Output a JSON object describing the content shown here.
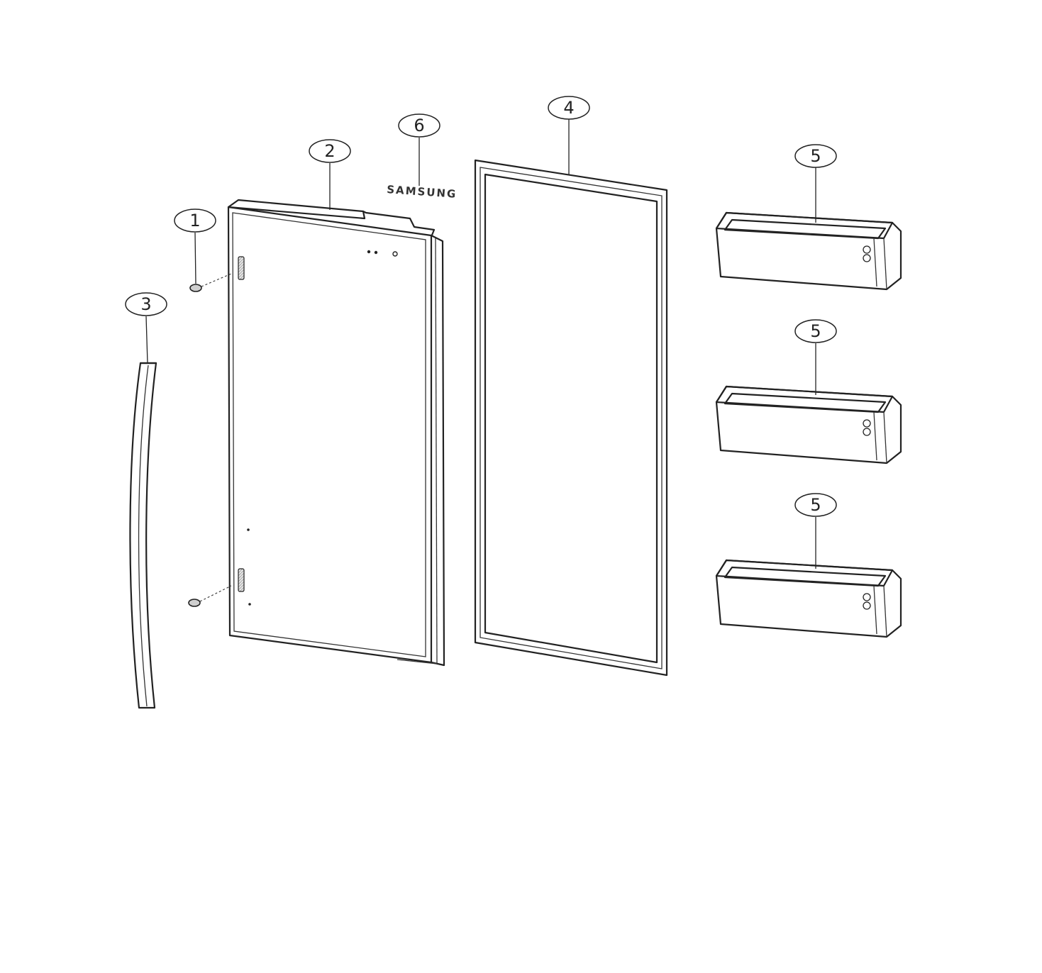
{
  "diagram": {
    "brand_label": "SAMSUNG",
    "callouts": [
      {
        "id": "callout-1",
        "label": "1"
      },
      {
        "id": "callout-2",
        "label": "2"
      },
      {
        "id": "callout-3",
        "label": "3"
      },
      {
        "id": "callout-4",
        "label": "4"
      },
      {
        "id": "callout-5a",
        "label": "5"
      },
      {
        "id": "callout-5b",
        "label": "5"
      },
      {
        "id": "callout-5c",
        "label": "5"
      },
      {
        "id": "callout-6",
        "label": "6"
      }
    ]
  }
}
